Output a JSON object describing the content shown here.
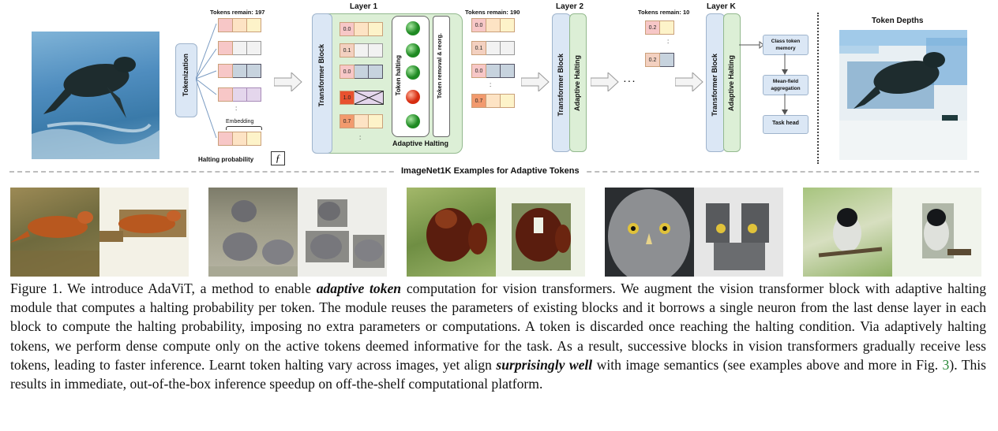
{
  "diagram": {
    "tokens_remain_1": "Tokens remain: 197",
    "tokens_remain_2": "Tokens remain: 190",
    "tokens_remain_3": "Tokens remain: 10",
    "layer1": "Layer 1",
    "layer2": "Layer 2",
    "layerk": "Layer K",
    "tokenization": "Tokenization",
    "transformer_block": "Transformer Block",
    "adaptive_halting": "Adaptive Halting",
    "adaptive_halting_title": "Adaptive Halting",
    "token_halting": "Token halting",
    "token_removal": "Token removal & reorg.",
    "embedding": "Embedding",
    "halting_probability": "Halting probability",
    "f_symbol": "ƒ",
    "class_token_memory": "Class token memory",
    "mean_field": "Mean-field aggregation",
    "task_head": "Task head",
    "token_depths": "Token Depths",
    "dots": ". . .",
    "vdots": ":",
    "layer1_values": [
      "0.0",
      "0.1",
      "0.0",
      "1.0",
      "0.7"
    ],
    "col2_values": [
      "0.0",
      "0.1",
      "0.0",
      "0.7"
    ],
    "colk_values": [
      "0.2",
      "0.2"
    ]
  },
  "examples_title": "ImageNet1K Examples for Adaptive Tokens",
  "caption": {
    "p1": "Figure 1.  We introduce AdaViT, a method to enable ",
    "em1": "adaptive token",
    "p2": " computation for vision transformers. We augment the vision transformer block with adaptive halting module that computes a halting probability per token. The module reuses the parameters of existing blocks and it borrows a single neuron from the last dense layer in each block to compute the halting probability, imposing no extra parameters or computations. A token is discarded once reaching the halting condition. Via adaptively halting tokens, we perform dense compute only on the active tokens deemed informative for the task. As a result, successive blocks in vision transformers gradually receive less tokens, leading to faster inference. Learnt token halting vary across images, yet align ",
    "em2": "surprisingly well",
    "p3": " with image semantics (see examples above and more in Fig. ",
    "ref": "3",
    "p4": "). This results in immediate, out-of-the-box inference speedup on off-the-shelf computational platform."
  },
  "colors": {
    "block_blue": "#dbe7f5",
    "halting_green": "#dcefd6",
    "token_red": "#f7c7c7",
    "token_orange": "#fde3c4",
    "token_yellow": "#fdf3c9",
    "link_green": "#2a8a3a"
  }
}
